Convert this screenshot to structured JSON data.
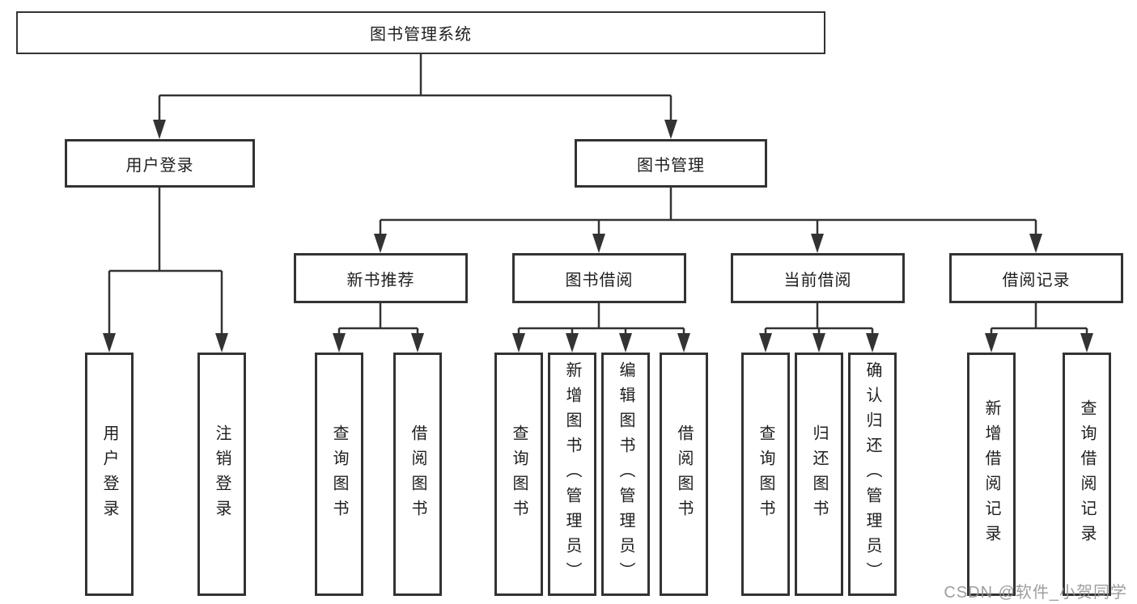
{
  "tree": {
    "root": "图书管理系统",
    "children": [
      {
        "label": "用户登录",
        "children": [
          {
            "label": "用户登录"
          },
          {
            "label": "注销登录"
          }
        ]
      },
      {
        "label": "图书管理",
        "children": [
          {
            "label": "新书推荐",
            "children": [
              {
                "label": "查询图书"
              },
              {
                "label": "借阅图书"
              }
            ]
          },
          {
            "label": "图书借阅",
            "children": [
              {
                "label": "查询图书"
              },
              {
                "label": "新增图书（管理员）"
              },
              {
                "label": "编辑图书（管理员）"
              },
              {
                "label": "借阅图书"
              }
            ]
          },
          {
            "label": "当前借阅",
            "children": [
              {
                "label": "查询图书"
              },
              {
                "label": "归还图书"
              },
              {
                "label": "确认归还（管理员）"
              }
            ]
          },
          {
            "label": "借阅记录",
            "children": [
              {
                "label": "新增借阅记录"
              },
              {
                "label": "查询借阅记录"
              }
            ]
          }
        ]
      }
    ]
  },
  "watermark": "CSDN @软件_小贺同学",
  "colors": {
    "line": "#333333",
    "box_border": "#333333",
    "box_fill": "#ffffff",
    "text": "#1e1e1e",
    "watermark": "#949494",
    "background": "#ffffff"
  }
}
